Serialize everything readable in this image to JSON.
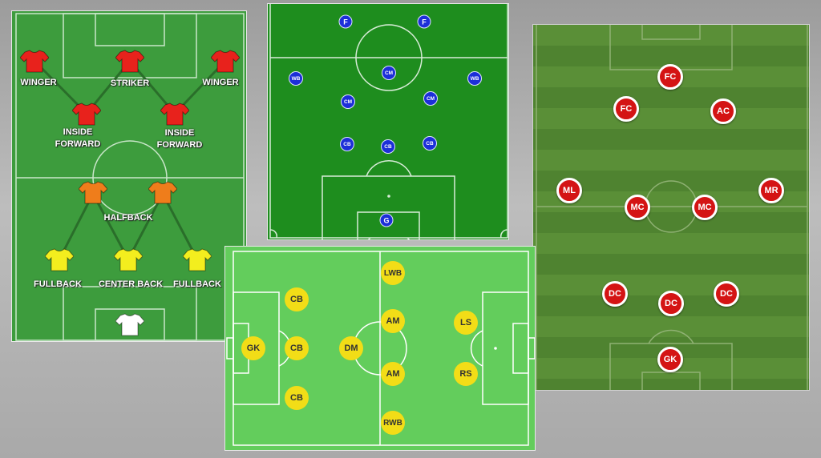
{
  "panel_a": {
    "labels": {
      "winger_left": "WINGER",
      "striker": "STRIKER",
      "winger_right": "WINGER",
      "inside_forward_left_1": "INSIDE",
      "inside_forward_left_2": "FORWARD",
      "inside_forward_right_1": "INSIDE",
      "inside_forward_right_2": "FORWARD",
      "halfback": "HALFBACK",
      "fullback_left": "FULLBACK",
      "center_back": "CENTER BACK",
      "fullback_right": "FULLBACK"
    },
    "colors": {
      "forwards": "#e8221c",
      "halfbacks": "#ef7d1b",
      "backs": "#f3ee1e",
      "keeper": "#ffffff",
      "pitch": "#3d9c3d"
    }
  },
  "panel_b": {
    "players": [
      "F",
      "F",
      "WB",
      "CM",
      "WB",
      "CM",
      "CM",
      "CB",
      "CB",
      "CB",
      "G"
    ],
    "colors": {
      "player": "#1c2fd8",
      "pitch": "#1e8d1e"
    }
  },
  "panel_c": {
    "players": [
      "FC",
      "FC",
      "AC",
      "ML",
      "MC",
      "MC",
      "MR",
      "DC",
      "DC",
      "DC",
      "GK"
    ],
    "colors": {
      "player": "#d41414",
      "pitch": "#5a8f37"
    }
  },
  "panel_d": {
    "players": [
      "GK",
      "CB",
      "CB",
      "CB",
      "DM",
      "LWB",
      "AM",
      "AM",
      "RWB",
      "LS",
      "RS"
    ],
    "colors": {
      "player": "#f2dd17",
      "pitch": "#63cd5c"
    }
  }
}
